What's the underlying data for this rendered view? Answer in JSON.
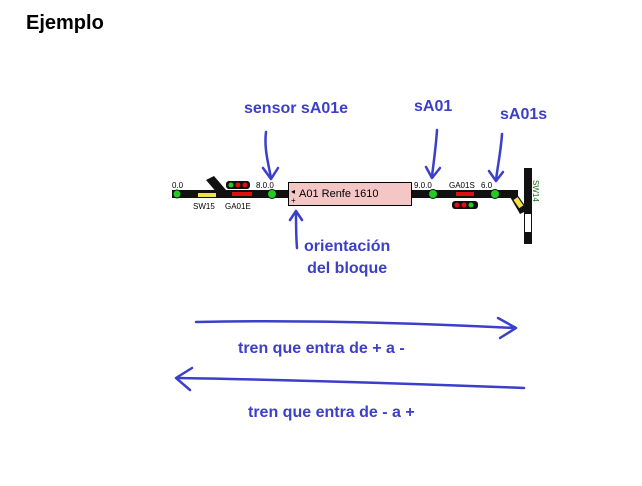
{
  "title": "Ejemplo",
  "annotations": {
    "sensor": "sensor sA01e",
    "sa01": "sA01",
    "sa01s": "sA01s",
    "orient_line1": "orientación",
    "orient_line2": "del bloque",
    "plus_minus": "tren que entra de + a -",
    "minus_plus": "tren que entra de - a +"
  },
  "track": {
    "left_counter": "0.0",
    "sw_left": "SW15",
    "ga_left": "GA01E",
    "counter_mid_left": "8.0.0",
    "block_label": "A01 Renfe 1610",
    "block_marker": "◂",
    "block_plus": "+",
    "counter_mid_right": "9.0.0",
    "ga_right": "GA01S",
    "counter_right": "6.0",
    "sw_right": "SW14"
  },
  "colors": {
    "annotation": "#3b3fc9",
    "track": "#111111",
    "sensor": "#22cc22",
    "signal_red": "#dd1111",
    "block_fill": "#f4c6c6",
    "switch_yellow": "#f2e24a"
  }
}
